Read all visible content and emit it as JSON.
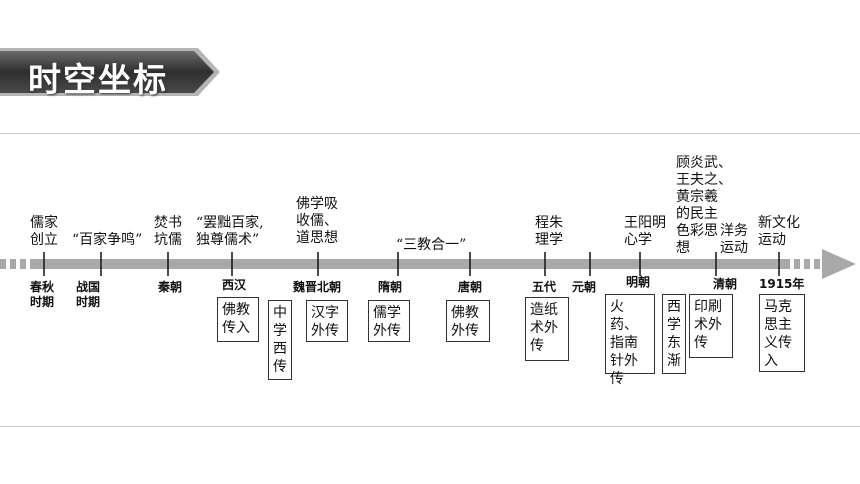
{
  "section_title": "时空坐标",
  "events_above": [
    {
      "text": "儒家\n创立"
    },
    {
      "text": "“百家争鸣”"
    },
    {
      "text": "焚书\n坑儒"
    },
    {
      "text": "“罢黜百家,\n独尊儒术”"
    },
    {
      "text": "佛学吸\n收儒、\n道思想"
    },
    {
      "text": "“三教合一”"
    },
    {
      "text": "程朱\n理学"
    },
    {
      "text": "王阳明\n心学"
    },
    {
      "text": "顾炎武、\n王夫之、\n黄宗羲\n的民主\n色彩思\n想"
    },
    {
      "text": "洋务\n运动"
    },
    {
      "text": "新文化\n运动"
    }
  ],
  "periods": [
    {
      "text": "春秋\n时期"
    },
    {
      "text": "战国\n时期"
    },
    {
      "text": "秦朝"
    },
    {
      "text": "西汉"
    },
    {
      "text": "魏晋北朝"
    },
    {
      "text": "隋朝"
    },
    {
      "text": "唐朝"
    },
    {
      "text": "五代"
    },
    {
      "text": "元朝"
    },
    {
      "text": "明朝"
    },
    {
      "text": "清朝"
    },
    {
      "text": "1915年"
    }
  ],
  "boxes": [
    {
      "text": "佛教\n传入"
    },
    {
      "text": "中\n学\n西\n传"
    },
    {
      "text": "汉字\n外传"
    },
    {
      "text": "儒学\n外传"
    },
    {
      "text": "佛教\n外传"
    },
    {
      "text": "造纸\n术外\n传"
    },
    {
      "text": "火药、\n指南\n针外\n传"
    },
    {
      "text": "西\n学\n东\n渐"
    },
    {
      "text": "印刷\n术外\n传"
    },
    {
      "text": "马克\n思主\n义传\n入"
    }
  ],
  "colors": {
    "axis": "#a9a9a9",
    "banner": "#3b3b3b",
    "banner_edge": "#8a8a8a"
  }
}
